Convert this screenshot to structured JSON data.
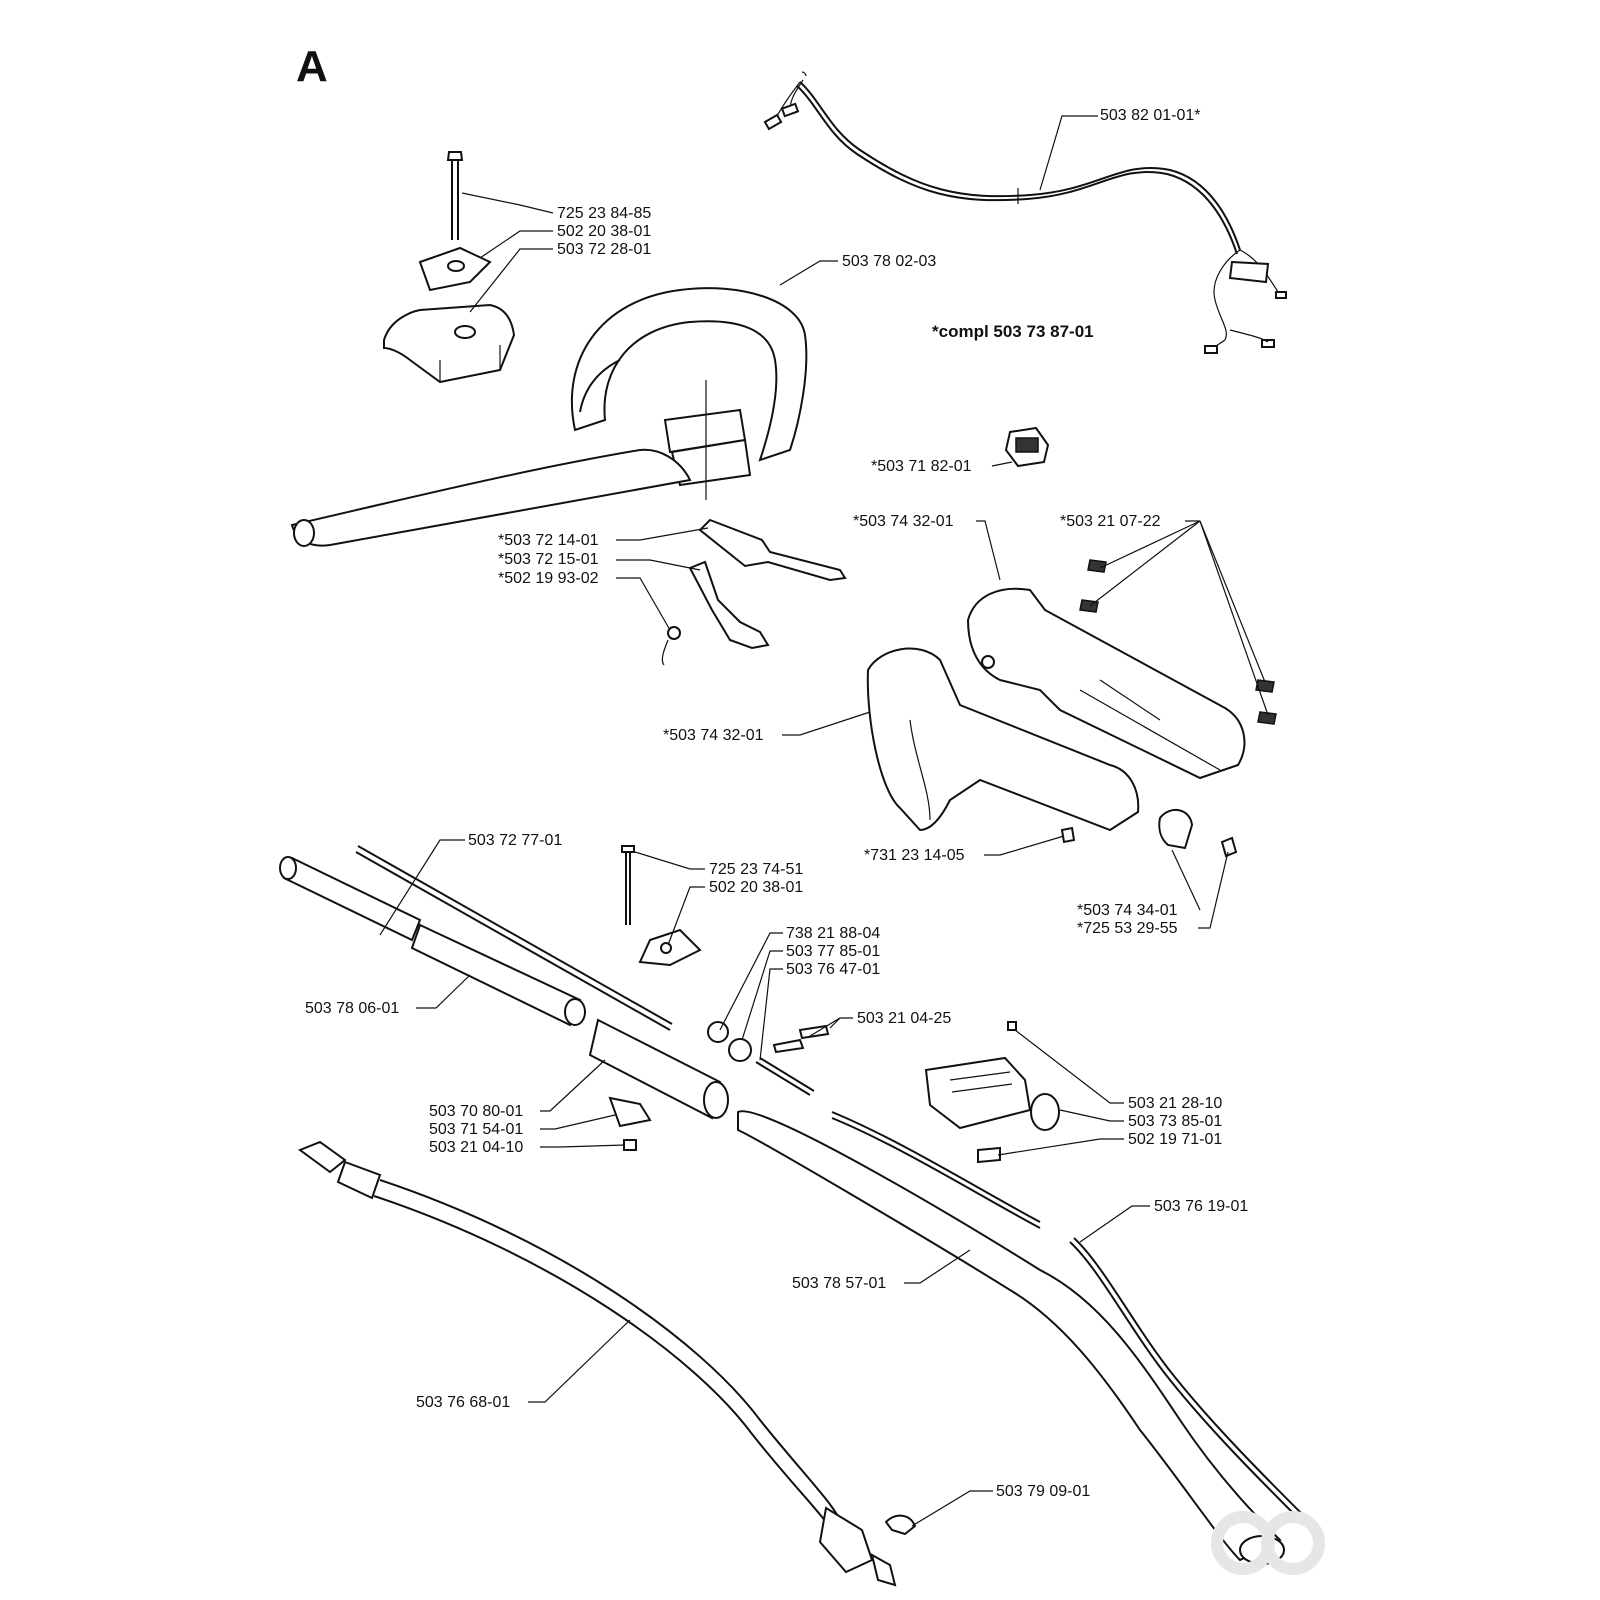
{
  "section_letter": "A",
  "note": "*compl 503 73 87-01",
  "labels": {
    "l_503_82_01_01": "503 82 01-01*",
    "l_725_23_84_85": "725 23 84-85",
    "l_502_20_38_01_a": "502 20 38-01",
    "l_503_72_28_01": "503 72 28-01",
    "l_503_78_02_03": "503 78 02-03",
    "l_503_71_82_01": "*503 71 82-01",
    "l_503_74_32_01_a": "*503 74 32-01",
    "l_503_21_07_22": "*503 21 07-22",
    "l_503_72_14_01": "*503 72 14-01",
    "l_503_72_15_01": "*503 72 15-01",
    "l_502_19_93_02": "*502 19 93-02",
    "l_503_74_32_01_b": "*503 74 32-01",
    "l_731_23_14_05": "*731 23 14-05",
    "l_503_74_34_01": "*503 74 34-01",
    "l_725_53_29_55": "*725 53 29-55",
    "l_503_72_77_01": "503 72 77-01",
    "l_725_23_74_51": "725 23 74-51",
    "l_502_20_38_01_b": "502 20 38-01",
    "l_738_21_88_04": "738 21 88-04",
    "l_503_77_85_01": "503 77 85-01",
    "l_503_76_47_01": "503 76 47-01",
    "l_503_21_04_25": "503 21 04-25",
    "l_503_78_06_01": "503 78 06-01",
    "l_503_70_80_01": "503 70 80-01",
    "l_503_71_54_01": "503 71 54-01",
    "l_503_21_04_10": "503 21 04-10",
    "l_503_21_28_10": "503 21 28-10",
    "l_503_73_85_01": "503 73 85-01",
    "l_502_19_71_01": "502 19 71-01",
    "l_503_76_19_01": "503 76 19-01",
    "l_503_78_57_01": "503 78 57-01",
    "l_503_76_68_01": "503 76 68-01",
    "l_503_79_09_01": "503 79 09-01"
  }
}
